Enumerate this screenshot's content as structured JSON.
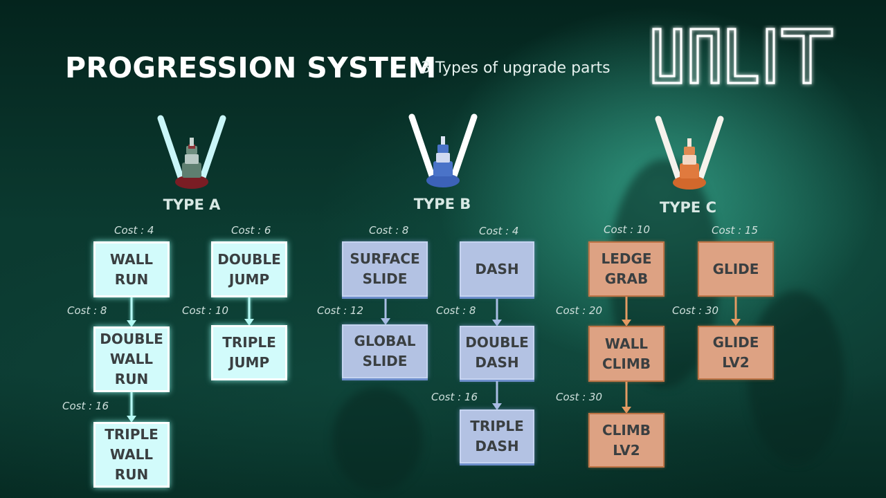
{
  "header": {
    "title": "PROGRESSION SYSTEM",
    "subtitle": "3 Types of upgrade parts",
    "logo_text": "UNLIT"
  },
  "colors": {
    "type_a": "#d2fbfb",
    "type_b": "#b3c2e3",
    "type_c": "#dda283",
    "background": "#0c3a31"
  },
  "types": [
    {
      "label": "TYPE A",
      "nodes": [
        {
          "name": "WALL\nRUN",
          "cost": "Cost : 4"
        },
        {
          "name": "DOUBLE\nWALL\nRUN",
          "cost": "Cost : 8"
        },
        {
          "name": "TRIPLE\nWALL\nRUN",
          "cost": "Cost : 16"
        },
        {
          "name": "DOUBLE\nJUMP",
          "cost": "Cost : 6"
        },
        {
          "name": "TRIPLE\nJUMP",
          "cost": "Cost : 10"
        }
      ]
    },
    {
      "label": "TYPE B",
      "nodes": [
        {
          "name": "SURFACE\nSLIDE",
          "cost": "Cost : 8"
        },
        {
          "name": "GLOBAL\nSLIDE",
          "cost": "Cost : 12"
        },
        {
          "name": "DASH",
          "cost": "Cost : 4"
        },
        {
          "name": "DOUBLE\nDASH",
          "cost": "Cost : 8"
        },
        {
          "name": "TRIPLE\nDASH",
          "cost": "Cost : 16"
        }
      ]
    },
    {
      "label": "TYPE C",
      "nodes": [
        {
          "name": "LEDGE\nGRAB",
          "cost": "Cost : 10"
        },
        {
          "name": "WALL\nCLIMB",
          "cost": "Cost : 20"
        },
        {
          "name": "CLIMB\nLV2",
          "cost": "Cost : 30"
        },
        {
          "name": "GLIDE",
          "cost": "Cost : 15"
        },
        {
          "name": "GLIDE\nLV2",
          "cost": "Cost : 30"
        }
      ]
    }
  ]
}
